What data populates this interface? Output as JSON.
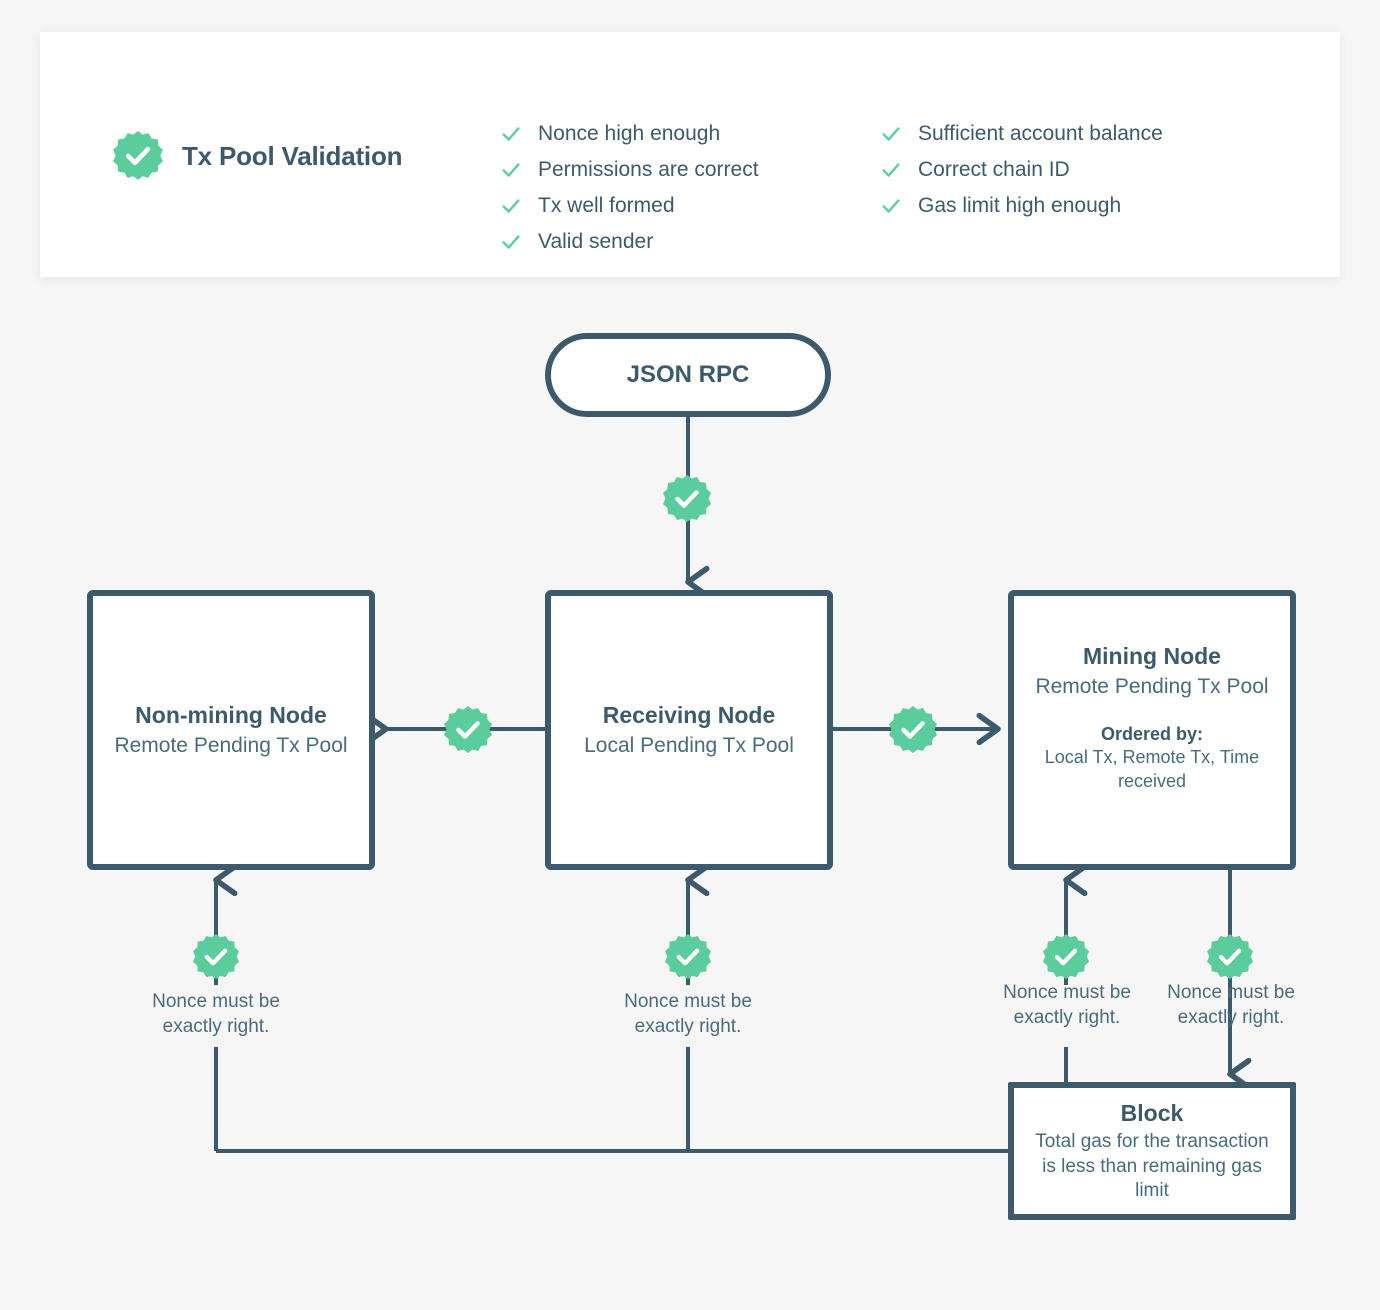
{
  "page": {
    "background": "#f6f6f6",
    "accent_green": "#5bcc9b",
    "ink": "#3d5a6c"
  },
  "header": {
    "title": "Tx Pool Validation",
    "badge_icon": "check-badge-icon",
    "checklist_left": [
      "Nonce high enough",
      "Permissions are correct",
      "Tx well formed",
      "Valid sender"
    ],
    "checklist_right": [
      "Sufficient account balance",
      "Correct chain ID",
      "Gas limit high enough"
    ]
  },
  "flow": {
    "json_rpc": {
      "title": "JSON RPC"
    },
    "non_mining_node": {
      "title": "Non-mining Node",
      "subtitle": "Remote Pending\nTx Pool"
    },
    "receiving_node": {
      "title": "Receiving Node",
      "subtitle": "Local Pending\nTx Pool"
    },
    "mining_node": {
      "title": "Mining Node",
      "subtitle": "Remote Pending\nTx Pool",
      "ordered_by_label": "Ordered by:",
      "ordered_by_value": "Local Tx, Remote Tx,\nTime received"
    },
    "block": {
      "title": "Block",
      "subtitle": "Total gas for the\ntransaction is less than\nremaining gas limit"
    },
    "captions": {
      "nonce_non_mining": "Nonce must be\nexactly right.",
      "nonce_receiving": "Nonce must be\nexactly right.",
      "nonce_mining_left": "Nonce must be\nexactly right.",
      "nonce_mining_right": "Nonce must be\nexactly right."
    }
  }
}
